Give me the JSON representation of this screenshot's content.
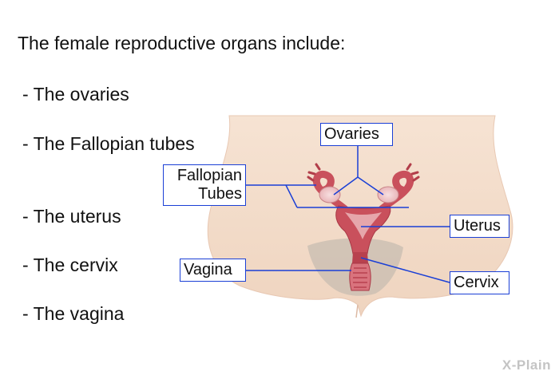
{
  "heading": "The female reproductive organs include:",
  "bullets": [
    "- The ovaries",
    "- The Fallopian tubes",
    "- The uterus",
    "- The cervix",
    "- The vagina"
  ],
  "diagram_labels": {
    "ovaries": "Ovaries",
    "fallopian_line1": "Fallopian",
    "fallopian_line2": "Tubes",
    "uterus": "Uterus",
    "vagina": "Vagina",
    "cervix": "Cervix"
  },
  "colors": {
    "label_border": "#1a3fd6",
    "skin": "#f3dccb",
    "organ": "#c9505c"
  },
  "logo": "X-Plain"
}
